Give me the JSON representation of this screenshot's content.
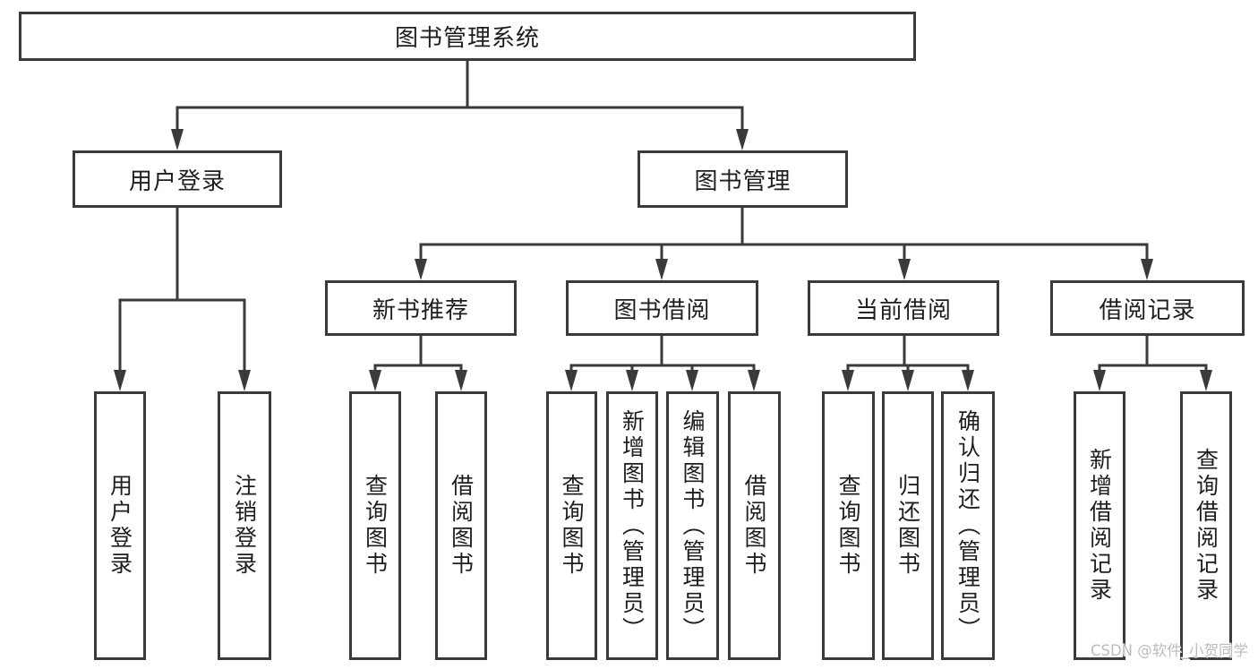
{
  "diagram": {
    "root": {
      "label": "图书管理系统"
    },
    "branches": [
      {
        "label": "用户登录",
        "children": [
          {
            "label": "用户登录"
          },
          {
            "label": "注销登录"
          }
        ]
      },
      {
        "label": "图书管理",
        "children": [
          {
            "label": "新书推荐",
            "children": [
              {
                "label": "查询图书"
              },
              {
                "label": "借阅图书"
              }
            ]
          },
          {
            "label": "图书借阅",
            "children": [
              {
                "label": "查询图书"
              },
              {
                "label": "新增图书（管理员）"
              },
              {
                "label": "编辑图书（管理员）"
              },
              {
                "label": "借阅图书"
              }
            ]
          },
          {
            "label": "当前借阅",
            "children": [
              {
                "label": "查询图书"
              },
              {
                "label": "归还图书"
              },
              {
                "label": "确认归还（管理员）"
              }
            ]
          },
          {
            "label": "借阅记录",
            "children": [
              {
                "label": "新增借阅记录"
              },
              {
                "label": "查询借阅记录"
              }
            ]
          }
        ]
      }
    ],
    "watermark": "CSDN @软件_小贺同学",
    "colors": {
      "line": "#3a3a3a",
      "text": "#1e1e1e",
      "watermark": "#bcbcbc",
      "background": "#ffffff"
    }
  }
}
